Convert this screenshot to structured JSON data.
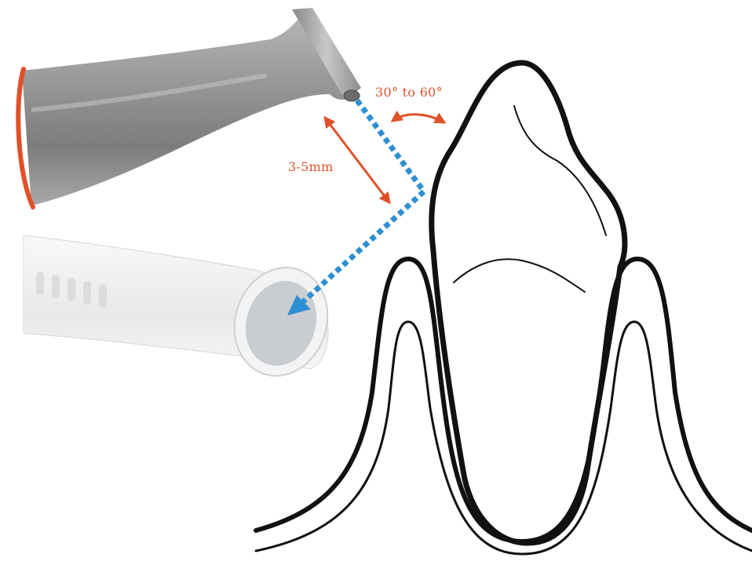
{
  "annotations": {
    "angle": "30° to 60°",
    "distance": "3-5mm"
  },
  "colors": {
    "annotation": "#e0512a",
    "light_path": "#2f8fd2",
    "outline": "#111111",
    "handpiece_metal": "#8e8e8e",
    "handpiece_ring": "#e0512a",
    "light_guide": "#eeeeee"
  },
  "objects": {
    "handpiece": "curing-light-handpiece",
    "light_guide": "light-guide-tip",
    "tooth": "tooth-cross-section"
  }
}
